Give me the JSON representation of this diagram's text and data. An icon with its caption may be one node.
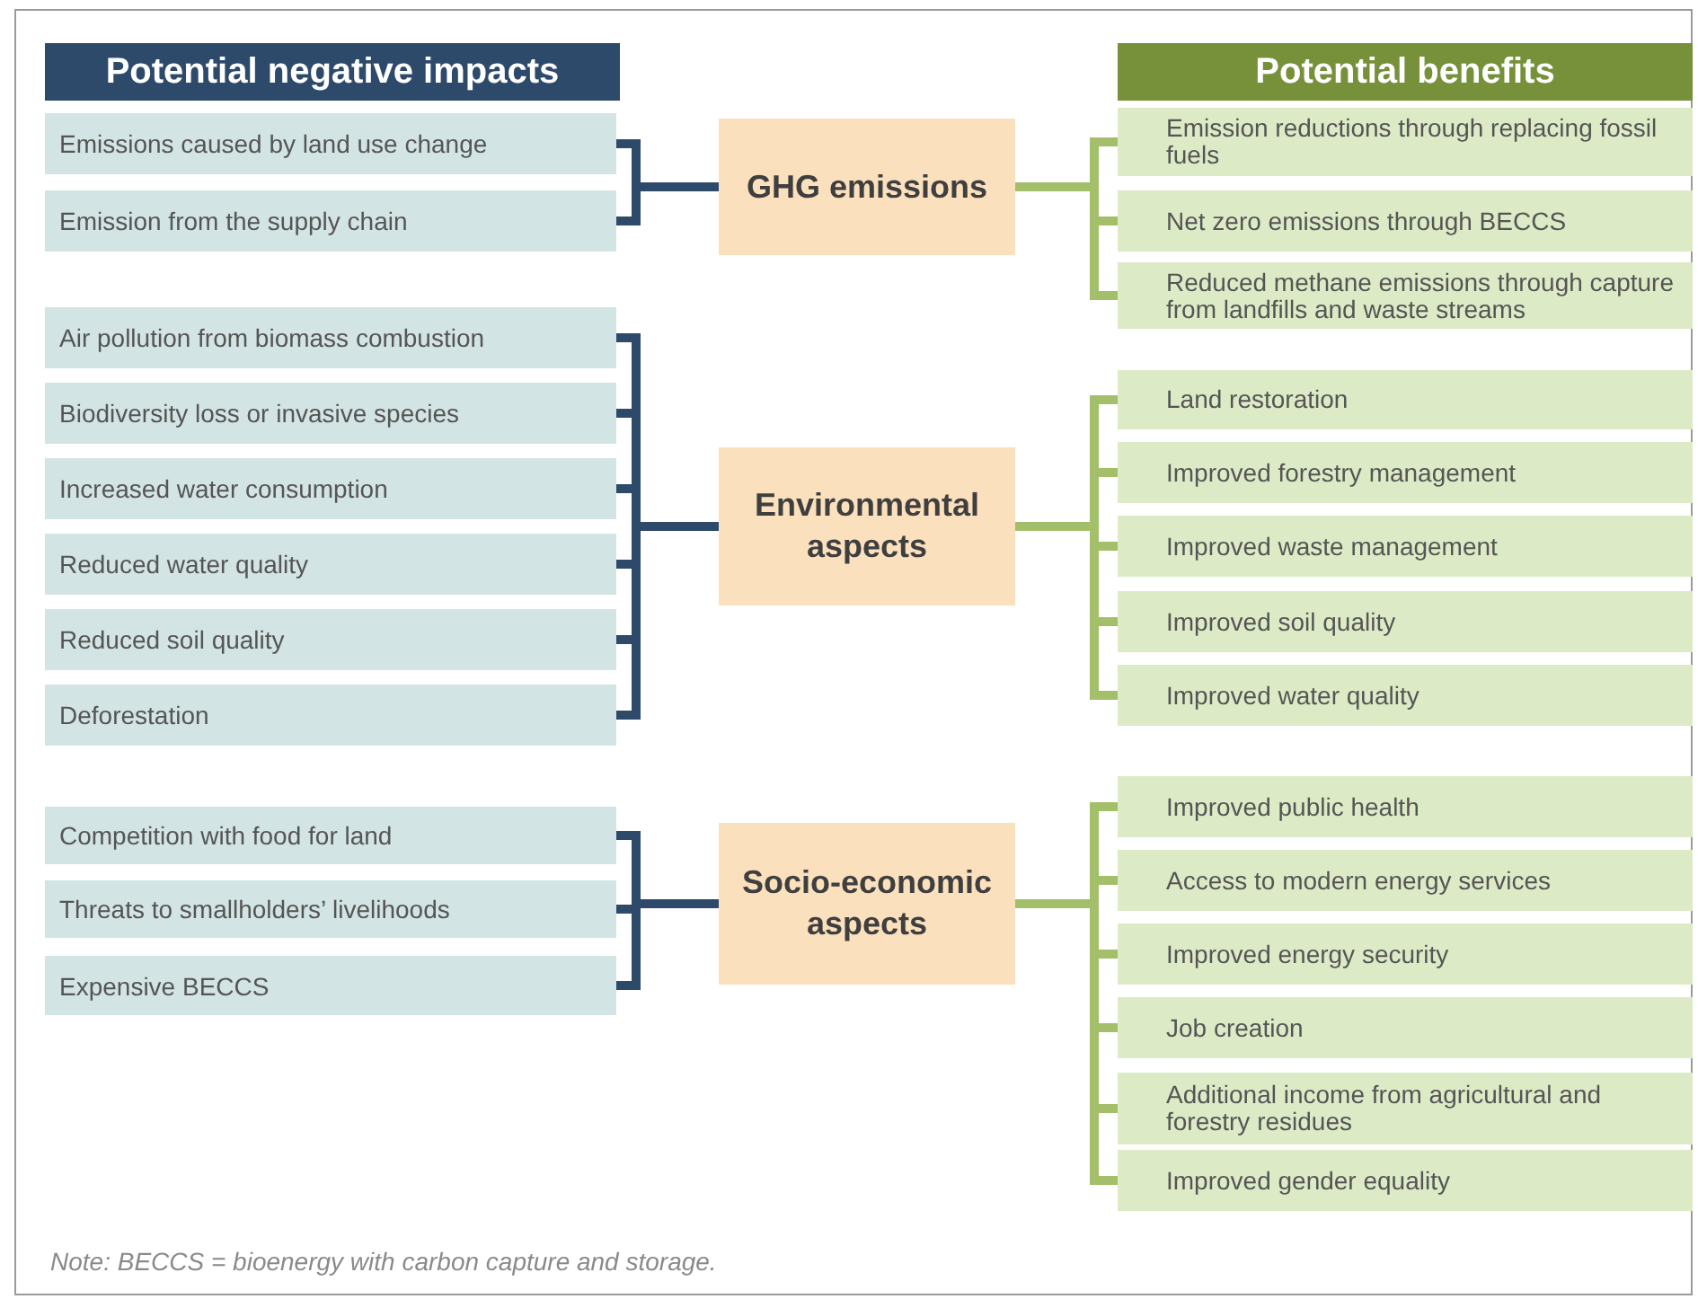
{
  "diagram": {
    "caption": "Note: BECCS = bioenergy with carbon capture and storage.",
    "nodes": [
      {
        "text": [
          "Potential negative impacts"
        ]
      },
      {
        "text": [
          "Potential benefits"
        ]
      },
      {
        "text": [
          "Emissions caused by land use change"
        ]
      },
      {
        "text": [
          "Emission from the supply chain"
        ]
      },
      {
        "text": [
          "GHG emissions"
        ]
      },
      {
        "text": [
          "Emission reductions through replacing fossil fuels"
        ]
      },
      {
        "text": [
          "Net zero emissions through BECCS"
        ]
      },
      {
        "text": [
          "Reduced methane emissions through capture from landfills and waste streams"
        ]
      },
      {
        "text": [
          "Air pollution from biomass combustion"
        ]
      },
      {
        "text": [
          "Biodiversity loss or invasive species"
        ]
      },
      {
        "text": [
          "Increased water consumption"
        ]
      },
      {
        "text": [
          "Reduced water quality"
        ]
      },
      {
        "text": [
          "Reduced soil quality"
        ]
      },
      {
        "text": [
          "Deforestation"
        ]
      },
      {
        "text": [
          "Environmental aspects"
        ]
      },
      {
        "text": [
          "Land restoration"
        ]
      },
      {
        "text": [
          "Improved forestry management"
        ]
      },
      {
        "text": [
          "Improved waste management"
        ]
      },
      {
        "text": [
          "Improved soil quality"
        ]
      },
      {
        "text": [
          "Improved water quality"
        ]
      },
      {
        "text": [
          "Competition with food for land"
        ]
      },
      {
        "text": [
          "Threats to smallholders’ livelihoods"
        ]
      },
      {
        "text": [
          "Expensive BECCS"
        ]
      },
      {
        "text": [
          "Socio-economic aspects"
        ]
      },
      {
        "text": [
          "Improved public health"
        ]
      },
      {
        "text": [
          "Access to modern energy services"
        ]
      },
      {
        "text": [
          "Improved energy security"
        ]
      },
      {
        "text": [
          "Job creation"
        ]
      },
      {
        "text": [
          "Additional income from agricultural and forestry residues"
        ]
      },
      {
        "text": [
          "Improved gender equality"
        ]
      }
    ],
    "edges": [
      {
        "from": 2,
        "to": 4,
        "arrow": "none",
        "color": "#2e4a6b"
      },
      {
        "from": 3,
        "to": 4,
        "arrow": "none",
        "color": "#2e4a6b"
      },
      {
        "from": 4,
        "to": 5,
        "arrow": "none"
      },
      {
        "from": 4,
        "to": 6,
        "arrow": "none"
      },
      {
        "from": 4,
        "to": 7,
        "arrow": "none"
      },
      {
        "from": 8,
        "to": 14,
        "arrow": "none",
        "color": "#2e4a6b"
      },
      {
        "from": 9,
        "to": 14,
        "arrow": "none",
        "color": "#2e4a6b"
      },
      {
        "from": 10,
        "to": 14,
        "arrow": "none",
        "color": "#2e4a6b"
      },
      {
        "from": 11,
        "to": 14,
        "arrow": "none",
        "color": "#2e4a6b"
      },
      {
        "from": 12,
        "to": 14,
        "arrow": "none",
        "color": "#2e4a6b"
      },
      {
        "from": 13,
        "to": 14,
        "arrow": "none",
        "color": "#2e4a6b"
      },
      {
        "from": 14,
        "to": 15,
        "arrow": "none"
      },
      {
        "from": 14,
        "to": 16,
        "arrow": "none"
      },
      {
        "from": 14,
        "to": 17,
        "arrow": "none"
      },
      {
        "from": 14,
        "to": 18,
        "arrow": "none"
      },
      {
        "from": 14,
        "to": 19,
        "arrow": "none"
      },
      {
        "from": 20,
        "to": 23,
        "arrow": "none",
        "color": "#2e4a6b"
      },
      {
        "from": 21,
        "to": 23,
        "arrow": "none",
        "color": "#2e4a6b"
      },
      {
        "from": 22,
        "to": 23,
        "arrow": "none",
        "color": "#2e4a6b"
      },
      {
        "from": 23,
        "to": 24,
        "arrow": "none"
      },
      {
        "from": 23,
        "to": 25,
        "arrow": "none"
      },
      {
        "from": 23,
        "to": 26,
        "arrow": "none"
      },
      {
        "from": 23,
        "to": 27,
        "arrow": "none"
      },
      {
        "from": 23,
        "to": 28,
        "arrow": "none"
      },
      {
        "from": 23,
        "to": 29,
        "arrow": "none"
      }
    ]
  }
}
